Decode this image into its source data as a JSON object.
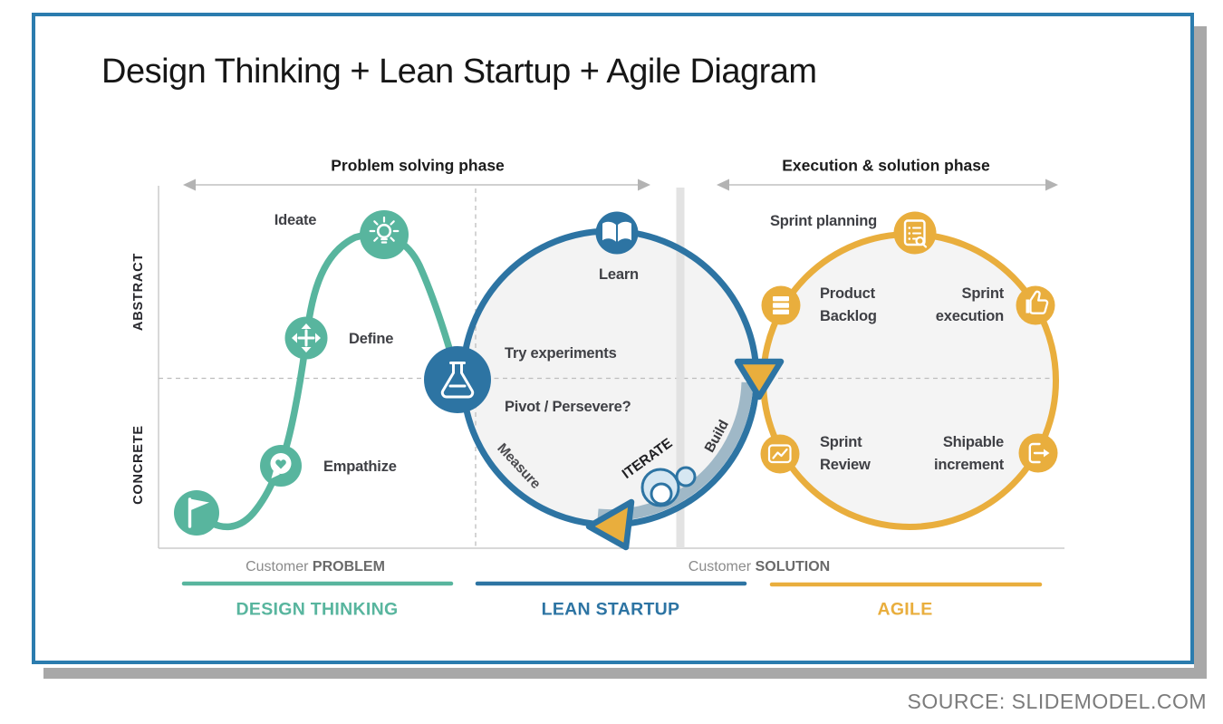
{
  "title": "Design Thinking + Lean Startup + Agile Diagram",
  "source": "SOURCE: SLIDEMODEL.COM",
  "axis": {
    "top": "ABSTRACT",
    "bottom": "CONCRETE"
  },
  "phases": {
    "problem": "Problem solving phase",
    "execution": "Execution & solution phase"
  },
  "design_thinking": {
    "name": "DESIGN THINKING",
    "color": "#58b59e",
    "steps": {
      "empathize": "Empathize",
      "define": "Define",
      "ideate": "Ideate"
    },
    "icons": {
      "start": "flag-icon",
      "empathize": "empathy-heart-icon",
      "define": "move-arrows-icon",
      "ideate": "lightbulb-icon"
    }
  },
  "lean_startup": {
    "name": "LEAN STARTUP",
    "color": "#2d74a3",
    "nodes": {
      "learn": "Learn",
      "try_experiments": "Try experiments",
      "pivot": "Pivot / Persevere?",
      "measure": "Measure",
      "iterate": "ITERATE",
      "build": "Build"
    },
    "icons": {
      "experiment": "flask-icon",
      "learn": "open-book-icon"
    }
  },
  "agile": {
    "name": "AGILE",
    "color": "#e9ae3d",
    "nodes": {
      "sprint_planning": "Sprint planning",
      "product_backlog": {
        "line1": "Product",
        "line2": "Backlog"
      },
      "sprint_execution": {
        "line1": "Sprint",
        "line2": "execution"
      },
      "sprint_review": {
        "line1": "Sprint",
        "line2": "Review"
      },
      "shipable_increment": {
        "line1": "Shipable",
        "line2": "increment"
      }
    },
    "icons": {
      "planning": "spec-magnifier-icon",
      "backlog": "list-icon",
      "execution": "thumbs-up-icon",
      "review": "chart-icon",
      "increment": "export-icon"
    }
  },
  "footer": {
    "problem_prefix": "Customer",
    "problem_word": "PROBLEM",
    "solution_prefix": "Customer",
    "solution_word": "SOLUTION"
  },
  "frame_color": "#2b7cae"
}
